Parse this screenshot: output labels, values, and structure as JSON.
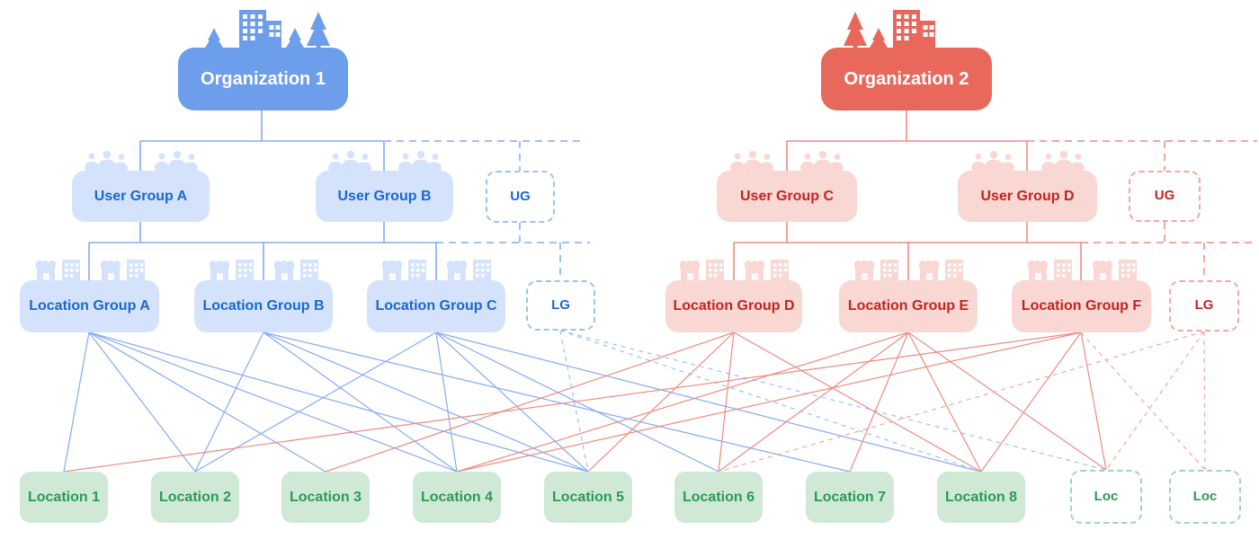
{
  "nodes": {
    "org1": {
      "label": "Organization 1"
    },
    "org2": {
      "label": "Organization 2"
    },
    "ugA": {
      "label": "User Group A"
    },
    "ugB": {
      "label": "User Group B"
    },
    "ugC": {
      "label": "User Group C"
    },
    "ugD": {
      "label": "User Group D"
    },
    "ugPB": {
      "label": "UG"
    },
    "ugPR": {
      "label": "UG"
    },
    "lgA": {
      "label": "Location Group A"
    },
    "lgB": {
      "label": "Location Group B"
    },
    "lgC": {
      "label": "Location Group C"
    },
    "lgD": {
      "label": "Location Group D"
    },
    "lgE": {
      "label": "Location Group E"
    },
    "lgF": {
      "label": "Location Group F"
    },
    "lgPB": {
      "label": "LG"
    },
    "lgPR": {
      "label": "LG"
    },
    "loc1": {
      "label": "Location 1"
    },
    "loc2": {
      "label": "Location 2"
    },
    "loc3": {
      "label": "Location 3"
    },
    "loc4": {
      "label": "Location 4"
    },
    "loc5": {
      "label": "Location 5"
    },
    "loc6": {
      "label": "Location 6"
    },
    "loc7": {
      "label": "Location 7"
    },
    "loc8": {
      "label": "Location 8"
    },
    "locP1": {
      "label": "Loc"
    },
    "locP2": {
      "label": "Loc"
    }
  },
  "colors": {
    "org_blue": "#6d9eeb",
    "org_red": "#e8695c",
    "group_blue_fill": "#d4e3fb",
    "group_blue_text": "#1967d2",
    "group_red_fill": "#f9d8d4",
    "group_red_text": "#c5221f",
    "location_green_fill": "#cfe9d6",
    "location_green_text": "#2c9a53",
    "line_blue": "#85aaf5",
    "line_red": "#ef8a7f",
    "dash_blue": "#9fc0f8",
    "dash_red": "#f3a79e",
    "dash_green": "#9ed7b0"
  },
  "edges": [
    {
      "from": "lgA",
      "to": "loc1",
      "style": "solid",
      "palette": "blue"
    },
    {
      "from": "lgA",
      "to": "loc2",
      "style": "solid",
      "palette": "blue"
    },
    {
      "from": "lgA",
      "to": "loc3",
      "style": "solid",
      "palette": "blue"
    },
    {
      "from": "lgA",
      "to": "loc4",
      "style": "solid",
      "palette": "blue"
    },
    {
      "from": "lgA",
      "to": "loc5",
      "style": "solid",
      "palette": "blue"
    },
    {
      "from": "lgB",
      "to": "loc2",
      "style": "solid",
      "palette": "blue"
    },
    {
      "from": "lgB",
      "to": "loc4",
      "style": "solid",
      "palette": "blue"
    },
    {
      "from": "lgB",
      "to": "loc5",
      "style": "solid",
      "palette": "blue"
    },
    {
      "from": "lgB",
      "to": "loc7",
      "style": "solid",
      "palette": "blue"
    },
    {
      "from": "lgC",
      "to": "loc2",
      "style": "solid",
      "palette": "blue"
    },
    {
      "from": "lgC",
      "to": "loc4",
      "style": "solid",
      "palette": "blue"
    },
    {
      "from": "lgC",
      "to": "loc5",
      "style": "solid",
      "palette": "blue"
    },
    {
      "from": "lgC",
      "to": "loc6",
      "style": "solid",
      "palette": "blue"
    },
    {
      "from": "lgC",
      "to": "loc8",
      "style": "solid",
      "palette": "blue"
    },
    {
      "from": "lgPB",
      "to": "loc5",
      "style": "dashed",
      "palette": "blue"
    },
    {
      "from": "lgPB",
      "to": "loc8",
      "style": "dashed",
      "palette": "blue"
    },
    {
      "from": "lgPB",
      "to": "locP1",
      "style": "dashed",
      "palette": "blue"
    },
    {
      "from": "lgD",
      "to": "loc3",
      "style": "solid",
      "palette": "red"
    },
    {
      "from": "lgD",
      "to": "loc5",
      "style": "solid",
      "palette": "red"
    },
    {
      "from": "lgD",
      "to": "loc6",
      "style": "solid",
      "palette": "red"
    },
    {
      "from": "lgD",
      "to": "loc8",
      "style": "solid",
      "palette": "red"
    },
    {
      "from": "lgE",
      "to": "loc4",
      "style": "solid",
      "palette": "red"
    },
    {
      "from": "lgE",
      "to": "loc6",
      "style": "solid",
      "palette": "red"
    },
    {
      "from": "lgE",
      "to": "loc7",
      "style": "solid",
      "palette": "red"
    },
    {
      "from": "lgE",
      "to": "loc8",
      "style": "solid",
      "palette": "red"
    },
    {
      "from": "lgE",
      "to": "locP1",
      "style": "solid",
      "palette": "red"
    },
    {
      "from": "lgF",
      "to": "loc1",
      "style": "solid",
      "palette": "red"
    },
    {
      "from": "lgF",
      "to": "loc4",
      "style": "solid",
      "palette": "red"
    },
    {
      "from": "lgF",
      "to": "loc8",
      "style": "solid",
      "palette": "red"
    },
    {
      "from": "lgF",
      "to": "locP1",
      "style": "solid",
      "palette": "red"
    },
    {
      "from": "lgF",
      "to": "locP2",
      "style": "dashed",
      "palette": "red"
    },
    {
      "from": "lgPR",
      "to": "loc6",
      "style": "dashed",
      "palette": "red"
    },
    {
      "from": "lgPR",
      "to": "locP1",
      "style": "dashed",
      "palette": "red"
    },
    {
      "from": "lgPR",
      "to": "locP2",
      "style": "dashed",
      "palette": "red"
    }
  ]
}
